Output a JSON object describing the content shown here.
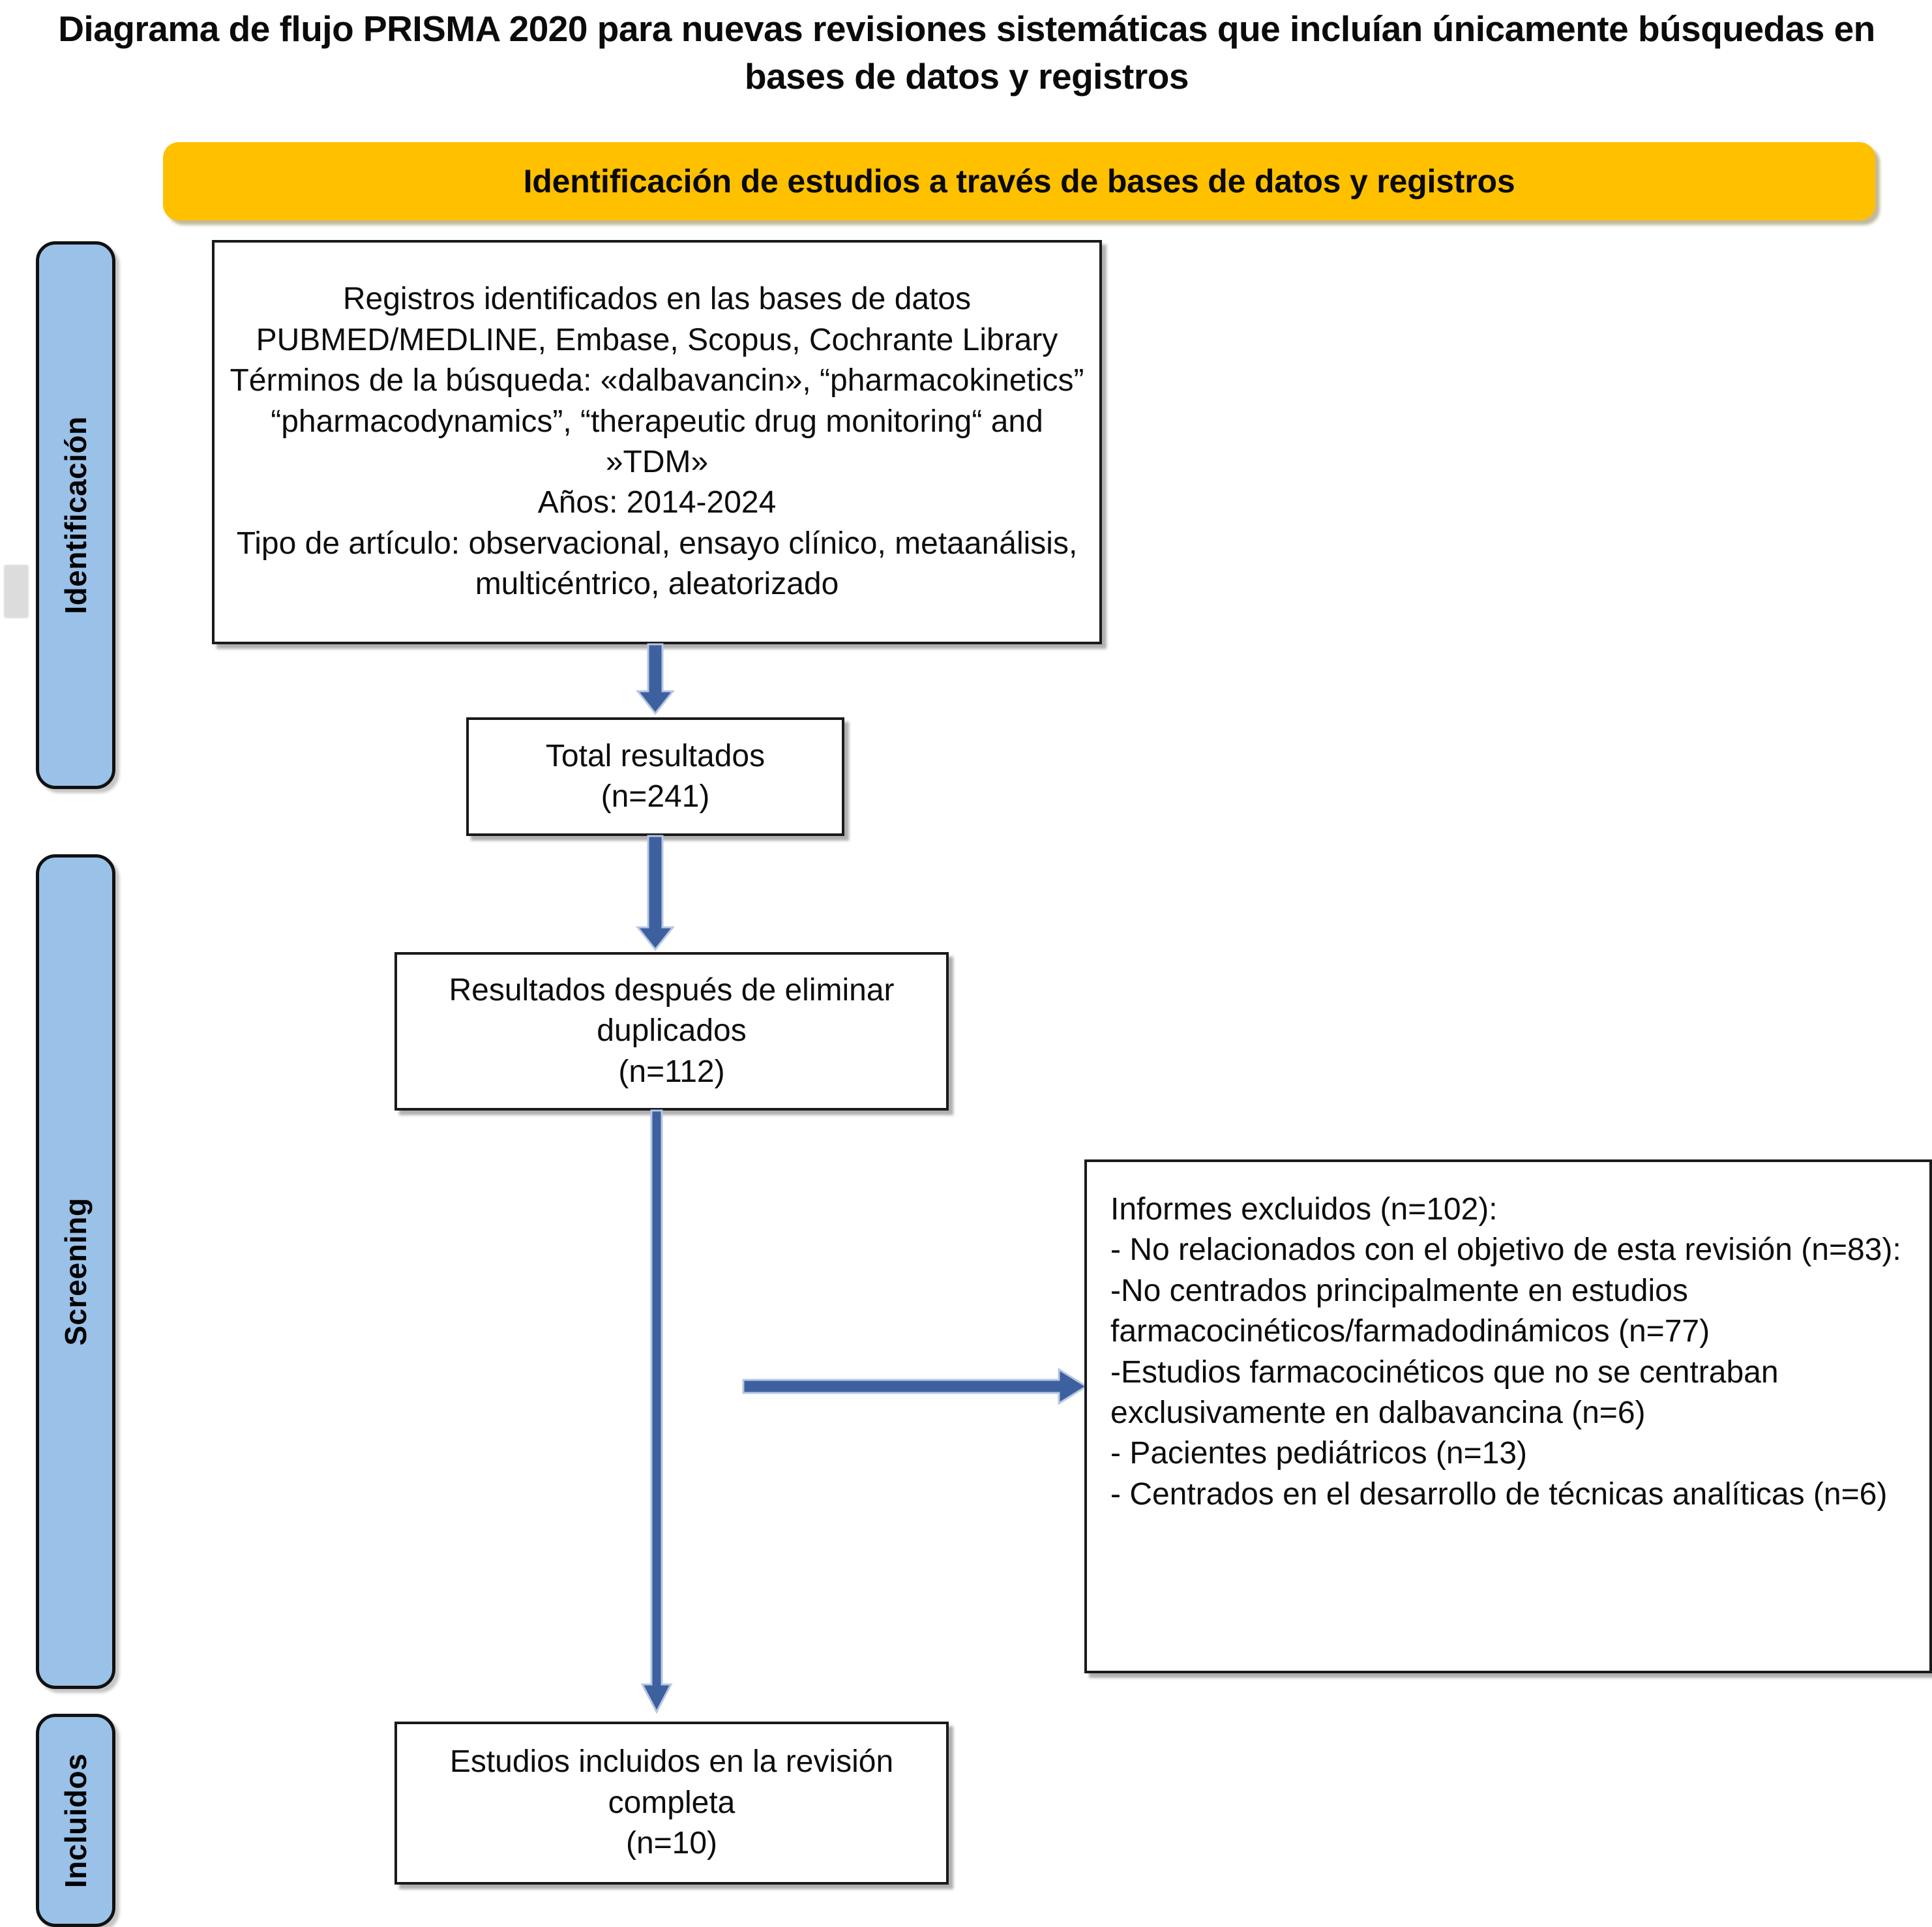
{
  "figure": {
    "title": "Diagrama de flujo PRISMA 2020 para nuevas revisiones sistemáticas que incluían únicamente búsquedas en bases de datos y registros"
  },
  "colors": {
    "banner_fill": "#FFC000",
    "stage_fill": "#9AC1E8",
    "arrow": "#3D619F",
    "box_border": "#1A1A1A",
    "text": "#000000"
  },
  "banner": {
    "label": "Identificación de estudios a través de bases de datos y registros"
  },
  "stages": [
    {
      "id": "identificacion",
      "label": "Identificación"
    },
    {
      "id": "screening",
      "label": "Screening"
    },
    {
      "id": "incluidos",
      "label": "Incluidos"
    }
  ],
  "boxes": {
    "records_identified": {
      "text": "Registros identificados en las bases de datos PUBMED/MEDLINE, Embase, Scopus, Cochrante Library\nTérminos de la búsqueda: «dalbavancin», “pharmacokinetics” “pharmacodynamics”, “therapeutic drug monitoring“ and »TDM»\nAños: 2014-2024\nTipo de artículo: observacional, ensayo clínico, metaanálisis, multicéntrico, aleatorizado"
    },
    "total_results": {
      "text": "Total resultados\n(n=241)"
    },
    "after_duplicates": {
      "text": "Resultados después de eliminar duplicados\n(n=112)"
    },
    "excluded_reports": {
      "text": "Informes excluidos (n=102):\n- No relacionados con el objetivo de esta revisión (n=83):\n   -No centrados principalmente en estudios farmacocinéticos/farmadodinámicos (n=77)\n   -Estudios farmacocinéticos que no se centraban exclusivamente en dalbavancina (n=6)\n- Pacientes pediátricos (n=13)\n- Centrados en el desarrollo de técnicas analíticas (n=6)"
    },
    "included_studies": {
      "text": "Estudios incluidos en la revisión completa\n(n=10)"
    }
  },
  "flow_data": {
    "type": "prisma-flow",
    "nodes": [
      {
        "id": "records_identified",
        "stage": "Identificación",
        "n": null
      },
      {
        "id": "total_results",
        "stage": "Identificación",
        "n": 241
      },
      {
        "id": "after_duplicates",
        "stage": "Screening",
        "n": 112
      },
      {
        "id": "excluded_reports",
        "stage": "Screening",
        "n": 102
      },
      {
        "id": "included_studies",
        "stage": "Incluidos",
        "n": 10
      }
    ],
    "exclusion_breakdown": [
      {
        "reason": "No relacionados con el objetivo de esta revisión",
        "n": 83
      },
      {
        "reason": "No centrados principalmente en estudios farmacocinéticos/farmadodinámicos",
        "n": 77
      },
      {
        "reason": "Estudios farmacocinéticos que no se centraban exclusivamente en dalbavancina",
        "n": 6
      },
      {
        "reason": "Pacientes pediátricos",
        "n": 13
      },
      {
        "reason": "Centrados en el desarrollo de técnicas analíticas",
        "n": 6
      }
    ],
    "edges": [
      {
        "from": "records_identified",
        "to": "total_results",
        "direction": "down"
      },
      {
        "from": "total_results",
        "to": "after_duplicates",
        "direction": "down"
      },
      {
        "from": "after_duplicates",
        "to": "excluded_reports",
        "direction": "right"
      },
      {
        "from": "after_duplicates",
        "to": "included_studies",
        "direction": "down"
      }
    ]
  }
}
